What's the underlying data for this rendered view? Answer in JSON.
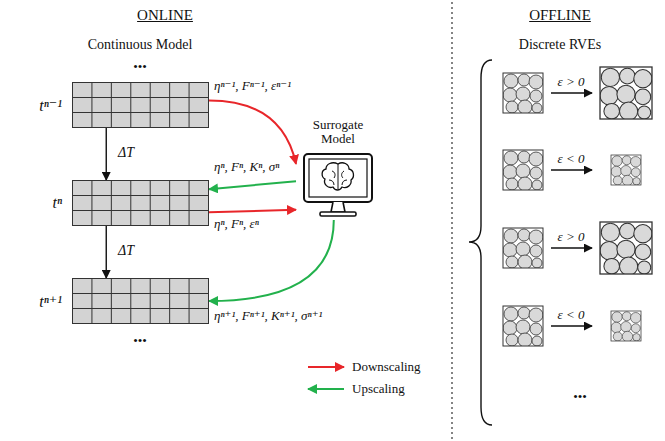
{
  "diagram": {
    "nodes": [
      {
        "text": [
          "tⁿ⁻¹"
        ]
      },
      {
        "text": [
          "tⁿ"
        ]
      },
      {
        "text": [
          "tⁿ⁺¹"
        ]
      },
      {
        "text": [
          "Surrogate Model"
        ]
      }
    ],
    "edges": [
      {
        "from": 0,
        "to": 1,
        "label": "ΔT",
        "arrow": "to"
      },
      {
        "from": 1,
        "to": 2,
        "label": "ΔT",
        "arrow": "to"
      },
      {
        "from": 0,
        "to": 3,
        "label": "ηⁿ⁻¹, Fⁿ⁻¹, εⁿ⁻¹",
        "arrow": "to"
      },
      {
        "from": 3,
        "to": 1,
        "label": "ηⁿ, Fⁿ, Kⁿ, σⁿ",
        "arrow": "to"
      },
      {
        "from": 1,
        "to": 3,
        "label": "ηⁿ, Fⁿ, εⁿ",
        "arrow": "to"
      },
      {
        "from": 3,
        "to": 2,
        "label": "ηⁿ⁺¹, Fⁿ⁺¹, Kⁿ⁺¹, σⁿ⁺¹",
        "arrow": "to"
      }
    ],
    "labels": [
      "ONLINE",
      "OFFLINE",
      "Continuous Model",
      "Discrete RVEs",
      "•••",
      "•••",
      "•••",
      "ε > 0",
      "ε < 0",
      "ε > 0",
      "ε < 0"
    ],
    "legend": [
      {
        "text": "Downscaling"
      },
      {
        "text": "Upscaling"
      }
    ]
  }
}
